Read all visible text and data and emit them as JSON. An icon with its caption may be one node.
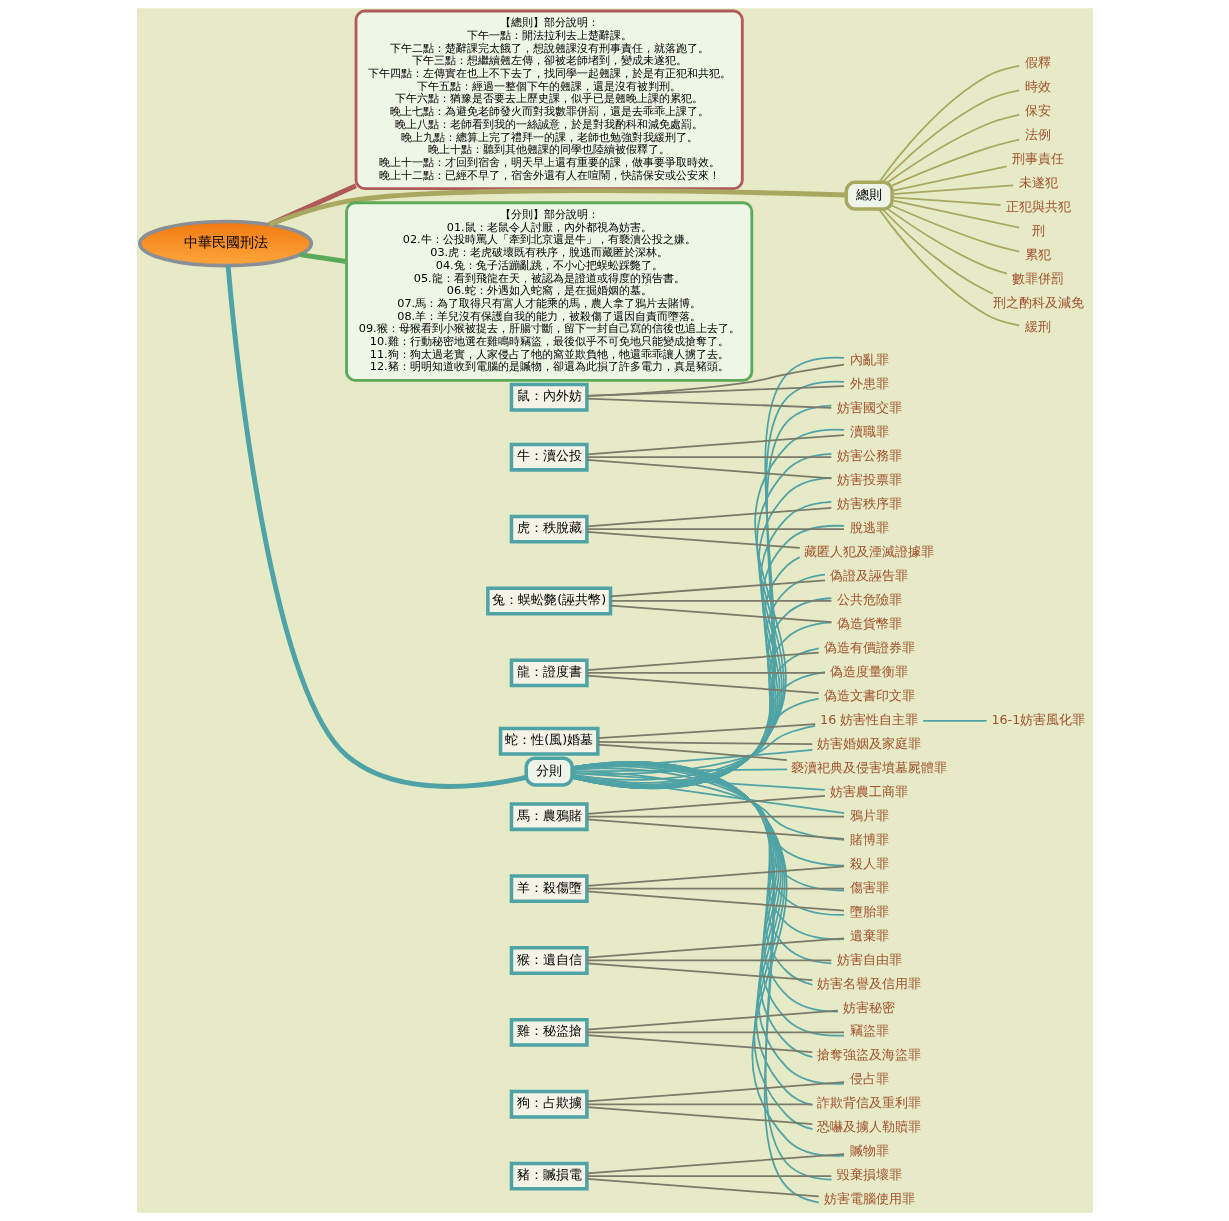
{
  "diagram": {
    "nodes": [
      {
        "text": [
          "中華民國刑法"
        ]
      },
      {
        "text": [
          "【總則】部分說明：",
          "下午一點：開法拉利去上楚辭課。",
          "下午二點：楚辭課完太餓了，想說翹課沒有刑事責任，就落跑了。",
          "下午三點：想繼續翹左傳，卻被老師堵到，變成未遂犯。",
          "下午四點：左傳實在也上不下去了，找同學一起翹課，於是有正犯和共犯。",
          "下午五點：經過一整個下午的翹課，還是沒有被判刑。",
          "下午六點：猶豫是否要去上歷史課，似乎已是翹晚上課的累犯。",
          "晚上七點：為避免老師發火而對我數罪併罰，還是去乖乖上課了。",
          "晚上八點：老師看到我的一絲誠意，於是對我酌科和減免處罰。",
          "晚上九點：總算上完了禮拜一的課，老師也勉強對我緩刑了。",
          "晚上十點：聽到其他翹課的同學也陸續被假釋了。",
          "晚上十一點：才回到宿舍，明天早上還有重要的課，做事要爭取時效。",
          "晚上十二點：已經不早了，宿舍外還有人在喧鬧，快請保安或公安來！"
        ]
      },
      {
        "text": [
          "總則"
        ]
      },
      {
        "text": [
          "法例"
        ]
      },
      {
        "text": [
          "刑事責任"
        ]
      },
      {
        "text": [
          "未遂犯"
        ]
      },
      {
        "text": [
          "正犯與共犯"
        ]
      },
      {
        "text": [
          "刑"
        ]
      },
      {
        "text": [
          "累犯"
        ]
      },
      {
        "text": [
          "數罪併罰"
        ]
      },
      {
        "text": [
          "刑之酌科及減免"
        ]
      },
      {
        "text": [
          "緩刑"
        ]
      },
      {
        "text": [
          "假釋"
        ]
      },
      {
        "text": [
          "時效"
        ]
      },
      {
        "text": [
          "保安"
        ]
      },
      {
        "text": [
          "【分則】部分說明：",
          "01.鼠：老鼠令人討厭，內外都視為妨害。",
          "02.牛：公投時罵人「牽到北京還是牛」，有褻瀆公投之嫌。",
          "03.虎：老虎破壞既有秩序，脫逃而藏匿於深林。",
          "04.兔：兔子活蹦亂跳，不小心把蜈蚣踩斃了。",
          "05.龍：看到飛龍在天，被認為是證道或得度的預告書。",
          "06.蛇：外遇如入蛇窩，是在掘婚姻的墓。",
          "07.馬：為了取得只有富人才能乘的馬，農人拿了鴉片去賭博。",
          "08.羊：羊兒沒有保護自我的能力，被殺傷了還因自責而墮落。",
          "09.猴：母猴看到小猴被捉去，肝腸寸斷，留下一封自己寫的信後也追上去了。",
          "10.雞：行動秘密地選在雞鳴時竊盜，最後似乎不可免地只能變成搶奪了。",
          "11.狗：狗太過老實，人家侵占了牠的窩並欺負牠，牠還乖乖讓人擄了去。",
          "12.豬：明明知道收到電腦的是贓物，卻還為此損了許多電力，真是豬頭。"
        ]
      },
      {
        "text": [
          "分則"
        ]
      },
      {
        "text": [
          "鼠：內外妨"
        ]
      },
      {
        "text": [
          "內亂罪"
        ]
      },
      {
        "text": [
          "外患罪"
        ]
      },
      {
        "text": [
          "妨害國交罪"
        ]
      },
      {
        "text": [
          "牛：瀆公投"
        ]
      },
      {
        "text": [
          "瀆職罪"
        ]
      },
      {
        "text": [
          "妨害公務罪"
        ]
      },
      {
        "text": [
          "妨害投票罪"
        ]
      },
      {
        "text": [
          "虎：秩脫藏"
        ]
      },
      {
        "text": [
          "妨害秩序罪"
        ]
      },
      {
        "text": [
          "脫逃罪"
        ]
      },
      {
        "text": [
          "藏匿人犯及湮滅證據罪"
        ]
      },
      {
        "text": [
          "兔：蜈蚣斃(誣共幣)"
        ]
      },
      {
        "text": [
          "偽證及誣告罪"
        ]
      },
      {
        "text": [
          "公共危險罪"
        ]
      },
      {
        "text": [
          "偽造貨幣罪"
        ]
      },
      {
        "text": [
          "龍：證度書"
        ]
      },
      {
        "text": [
          "偽造有價證券罪"
        ]
      },
      {
        "text": [
          "偽造度量衡罪"
        ]
      },
      {
        "text": [
          "偽造文書印文罪"
        ]
      },
      {
        "text": [
          "蛇：性(風)婚墓"
        ]
      },
      {
        "text": [
          "16-1妨害風化罪"
        ]
      },
      {
        "text": [
          "16 妨害性自主罪"
        ]
      },
      {
        "text": [
          "妨害婚姻及家庭罪"
        ]
      },
      {
        "text": [
          "褻瀆祀典及侵害墳墓屍體罪"
        ]
      },
      {
        "text": [
          "馬：農鴉賭"
        ]
      },
      {
        "text": [
          "妨害農工商罪"
        ]
      },
      {
        "text": [
          "鴉片罪"
        ]
      },
      {
        "text": [
          "賭博罪"
        ]
      },
      {
        "text": [
          "羊：殺傷墮"
        ]
      },
      {
        "text": [
          "殺人罪"
        ]
      },
      {
        "text": [
          "傷害罪"
        ]
      },
      {
        "text": [
          "墮胎罪"
        ]
      },
      {
        "text": [
          "猴：遺自信"
        ]
      },
      {
        "text": [
          "遺棄罪"
        ]
      },
      {
        "text": [
          "妨害自由罪"
        ]
      },
      {
        "text": [
          "妨害名譽及信用罪"
        ]
      },
      {
        "text": [
          "雞：秘盜搶"
        ]
      },
      {
        "text": [
          "妨害秘密"
        ]
      },
      {
        "text": [
          "竊盜罪"
        ]
      },
      {
        "text": [
          "搶奪強盜及海盜罪"
        ]
      },
      {
        "text": [
          "狗：占欺擄"
        ]
      },
      {
        "text": [
          "侵占罪"
        ]
      },
      {
        "text": [
          "詐欺背信及重利罪"
        ]
      },
      {
        "text": [
          "恐嚇及擄人勒贖罪"
        ]
      },
      {
        "text": [
          "豬：贓損電"
        ]
      },
      {
        "text": [
          "贓物罪"
        ]
      },
      {
        "text": [
          "毀棄損壞罪"
        ]
      },
      {
        "text": [
          "妨害電腦使用罪"
        ]
      }
    ],
    "edges": [
      {
        "from": 0,
        "to": 1,
        "arrow": "none",
        "style": "thick",
        "color": "#b05a5a"
      },
      {
        "from": 0,
        "to": 2,
        "arrow": "none",
        "style": "thick",
        "color": "#a8a860"
      },
      {
        "from": 0,
        "to": 15,
        "arrow": "none",
        "style": "thick",
        "color": "#5aaa5a"
      },
      {
        "from": 0,
        "to": 16,
        "arrow": "none",
        "style": "thick"
      },
      {
        "from": 2,
        "to": 3,
        "arrow": "none",
        "color": "#a8a860"
      },
      {
        "from": 2,
        "to": 4,
        "arrow": "none",
        "color": "#a8a860"
      },
      {
        "from": 2,
        "to": 5,
        "arrow": "none",
        "color": "#a8a860"
      },
      {
        "from": 2,
        "to": 6,
        "arrow": "none",
        "color": "#a8a860"
      },
      {
        "from": 2,
        "to": 7,
        "arrow": "none",
        "color": "#a8a860"
      },
      {
        "from": 2,
        "to": 8,
        "arrow": "none",
        "color": "#a8a860"
      },
      {
        "from": 2,
        "to": 9,
        "arrow": "none",
        "color": "#a8a860"
      },
      {
        "from": 2,
        "to": 10,
        "arrow": "none",
        "color": "#a8a860"
      },
      {
        "from": 2,
        "to": 11,
        "arrow": "none",
        "color": "#a8a860"
      },
      {
        "from": 2,
        "to": 12,
        "arrow": "none",
        "color": "#a8a860"
      },
      {
        "from": 2,
        "to": 13,
        "arrow": "none",
        "color": "#a8a860"
      },
      {
        "from": 2,
        "to": 14,
        "arrow": "none",
        "color": "#a8a860"
      },
      {
        "from": 16,
        "to": 18,
        "arrow": "none"
      },
      {
        "from": 16,
        "to": 19,
        "arrow": "none"
      },
      {
        "from": 16,
        "to": 20,
        "arrow": "none"
      },
      {
        "from": 16,
        "to": 22,
        "arrow": "none"
      },
      {
        "from": 16,
        "to": 23,
        "arrow": "none"
      },
      {
        "from": 16,
        "to": 24,
        "arrow": "none"
      },
      {
        "from": 16,
        "to": 26,
        "arrow": "none"
      },
      {
        "from": 16,
        "to": 27,
        "arrow": "none"
      },
      {
        "from": 16,
        "to": 28,
        "arrow": "none"
      },
      {
        "from": 16,
        "to": 30,
        "arrow": "none"
      },
      {
        "from": 16,
        "to": 31,
        "arrow": "none"
      },
      {
        "from": 16,
        "to": 32,
        "arrow": "none"
      },
      {
        "from": 16,
        "to": 34,
        "arrow": "none"
      },
      {
        "from": 16,
        "to": 35,
        "arrow": "none"
      },
      {
        "from": 16,
        "to": 36,
        "arrow": "none"
      },
      {
        "from": 16,
        "to": 39,
        "arrow": "none"
      },
      {
        "from": 39,
        "to": 38,
        "arrow": "none"
      },
      {
        "from": 16,
        "to": 40,
        "arrow": "none"
      },
      {
        "from": 16,
        "to": 41,
        "arrow": "none"
      },
      {
        "from": 16,
        "to": 43,
        "arrow": "none"
      },
      {
        "from": 16,
        "to": 44,
        "arrow": "none"
      },
      {
        "from": 16,
        "to": 45,
        "arrow": "none"
      },
      {
        "from": 16,
        "to": 47,
        "arrow": "none"
      },
      {
        "from": 16,
        "to": 48,
        "arrow": "none"
      },
      {
        "from": 16,
        "to": 49,
        "arrow": "none"
      },
      {
        "from": 16,
        "to": 51,
        "arrow": "none"
      },
      {
        "from": 16,
        "to": 52,
        "arrow": "none"
      },
      {
        "from": 16,
        "to": 53,
        "arrow": "none"
      },
      {
        "from": 16,
        "to": 55,
        "arrow": "none"
      },
      {
        "from": 16,
        "to": 56,
        "arrow": "none"
      },
      {
        "from": 16,
        "to": 57,
        "arrow": "none"
      },
      {
        "from": 16,
        "to": 59,
        "arrow": "none"
      },
      {
        "from": 16,
        "to": 60,
        "arrow": "none"
      },
      {
        "from": 16,
        "to": 61,
        "arrow": "none"
      },
      {
        "from": 16,
        "to": 63,
        "arrow": "none"
      },
      {
        "from": 16,
        "to": 64,
        "arrow": "none"
      },
      {
        "from": 16,
        "to": 65,
        "arrow": "none"
      },
      {
        "from": 17,
        "to": 18,
        "arrow": "none",
        "color": "#7a7a6a"
      },
      {
        "from": 17,
        "to": 19,
        "arrow": "none",
        "color": "#7a7a6a"
      },
      {
        "from": 17,
        "to": 20,
        "arrow": "none",
        "color": "#7a7a6a"
      },
      {
        "from": 21,
        "to": 22,
        "arrow": "none",
        "color": "#7a7a6a"
      },
      {
        "from": 21,
        "to": 23,
        "arrow": "none",
        "color": "#7a7a6a"
      },
      {
        "from": 21,
        "to": 24,
        "arrow": "none",
        "color": "#7a7a6a"
      },
      {
        "from": 25,
        "to": 26,
        "arrow": "none",
        "color": "#7a7a6a"
      },
      {
        "from": 25,
        "to": 27,
        "arrow": "none",
        "color": "#7a7a6a"
      },
      {
        "from": 25,
        "to": 28,
        "arrow": "none",
        "color": "#7a7a6a"
      },
      {
        "from": 29,
        "to": 30,
        "arrow": "none",
        "color": "#7a7a6a"
      },
      {
        "from": 29,
        "to": 31,
        "arrow": "none",
        "color": "#7a7a6a"
      },
      {
        "from": 29,
        "to": 32,
        "arrow": "none",
        "color": "#7a7a6a"
      },
      {
        "from": 33,
        "to": 34,
        "arrow": "none",
        "color": "#7a7a6a"
      },
      {
        "from": 33,
        "to": 35,
        "arrow": "none",
        "color": "#7a7a6a"
      },
      {
        "from": 33,
        "to": 36,
        "arrow": "none",
        "color": "#7a7a6a"
      },
      {
        "from": 37,
        "to": 39,
        "arrow": "none",
        "color": "#7a7a6a"
      },
      {
        "from": 37,
        "to": 40,
        "arrow": "none",
        "color": "#7a7a6a"
      },
      {
        "from": 37,
        "to": 41,
        "arrow": "none",
        "color": "#7a7a6a"
      },
      {
        "from": 42,
        "to": 43,
        "arrow": "none",
        "color": "#7a7a6a"
      },
      {
        "from": 42,
        "to": 44,
        "arrow": "none",
        "color": "#7a7a6a"
      },
      {
        "from": 42,
        "to": 45,
        "arrow": "none",
        "color": "#7a7a6a"
      },
      {
        "from": 46,
        "to": 47,
        "arrow": "none",
        "color": "#7a7a6a"
      },
      {
        "from": 46,
        "to": 48,
        "arrow": "none",
        "color": "#7a7a6a"
      },
      {
        "from": 46,
        "to": 49,
        "arrow": "none",
        "color": "#7a7a6a"
      },
      {
        "from": 50,
        "to": 51,
        "arrow": "none",
        "color": "#7a7a6a"
      },
      {
        "from": 50,
        "to": 52,
        "arrow": "none",
        "color": "#7a7a6a"
      },
      {
        "from": 50,
        "to": 53,
        "arrow": "none",
        "color": "#7a7a6a"
      },
      {
        "from": 54,
        "to": 55,
        "arrow": "none",
        "color": "#7a7a6a"
      },
      {
        "from": 54,
        "to": 56,
        "arrow": "none",
        "color": "#7a7a6a"
      },
      {
        "from": 54,
        "to": 57,
        "arrow": "none",
        "color": "#7a7a6a"
      },
      {
        "from": 58,
        "to": 59,
        "arrow": "none",
        "color": "#7a7a6a"
      },
      {
        "from": 58,
        "to": 60,
        "arrow": "none",
        "color": "#7a7a6a"
      },
      {
        "from": 58,
        "to": 61,
        "arrow": "none",
        "color": "#7a7a6a"
      },
      {
        "from": 62,
        "to": 63,
        "arrow": "none",
        "color": "#7a7a6a"
      },
      {
        "from": 62,
        "to": 64,
        "arrow": "none",
        "color": "#7a7a6a"
      },
      {
        "from": 62,
        "to": 65,
        "arrow": "none",
        "color": "#7a7a6a"
      }
    ]
  }
}
